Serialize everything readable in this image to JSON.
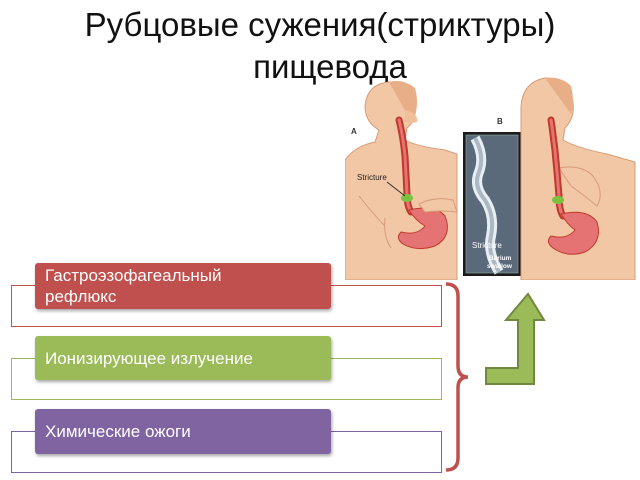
{
  "slide": {
    "title_line1": "Рубцовые сужения(стриктуры)",
    "title_line2": "пищевода"
  },
  "illustration": {
    "panel_a_letter": "A",
    "panel_b_letter": "B",
    "stricture_label_a": "Stricture",
    "stricture_label_b": "Stricture",
    "xray_caption_line1": "Barium",
    "xray_caption_line2": "swallow"
  },
  "causes": [
    {
      "label_line1": "Гастроэзофагеальный",
      "label_line2": "рефлюкс",
      "color": "#c0504d",
      "frame_color": "#c0504d"
    },
    {
      "label_line1": "Ионизирующее излучение",
      "label_line2": "",
      "color": "#9bbb59",
      "frame_color": "#9bbb59"
    },
    {
      "label_line1": "Химические ожоги",
      "label_line2": "",
      "color": "#8064a2",
      "frame_color": "#8064a2"
    }
  ],
  "colors": {
    "bracket": "#c0504d",
    "arrow_fill": "#9bbb59",
    "arrow_stroke": "#71893f"
  }
}
